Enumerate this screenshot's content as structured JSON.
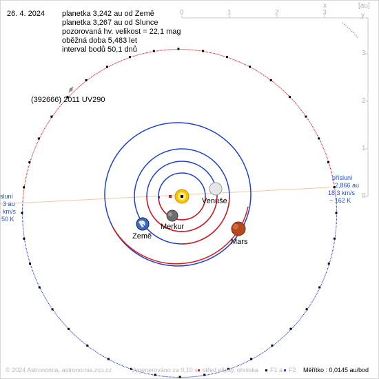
{
  "date": "26. 4. 2024",
  "info": {
    "line1": "planetka 3,242 au od Země",
    "line2": "planetka 3,267 au od Slunce",
    "line3": "pozorovaná hv. velikost = 22,1 mag",
    "line4": "oběžná doba 5,483 let",
    "line5": "interval bodů 50,1 dnů"
  },
  "object_name": "(392666) 2011 UV290",
  "axes": {
    "x_ticks": [
      "0",
      "1",
      "2",
      "3"
    ],
    "y_ticks": [
      "3",
      "2",
      "1",
      "0"
    ],
    "x_label": "x",
    "y_label": "y",
    "unit": "[au]"
  },
  "planets": {
    "venus": "Venuše",
    "mercury": "Merkur",
    "earth": "Země",
    "mars": "Mars"
  },
  "perihelion_right": {
    "l1": "přísluní",
    "l2": "2,866 au",
    "l3": "18,3 km/s",
    "l4": "~ 162 K"
  },
  "perihelion_left": {
    "l1": "sluní",
    "l2": "3 au",
    "l3": "km/s",
    "l4": "50 K"
  },
  "footer": {
    "copyright": "© 2024 Astronomia, astronomia.zcu.cz",
    "generated": "Vygenerováno za 0,10 s",
    "legend_center": "střed elipsy, ohniska",
    "f1": "F1 a",
    "f2": "F2",
    "scale": "Měřítko : 0,0145 au/bod"
  },
  "colors": {
    "orbit_blue": "#1f3fd0",
    "orbit_red": "#e01818",
    "asteroid_orbit": "#d01818",
    "label_blue": "#1f4fd8",
    "axis_grey": "#c8c8c8",
    "line_of_apsides": "#f0c8a0"
  }
}
